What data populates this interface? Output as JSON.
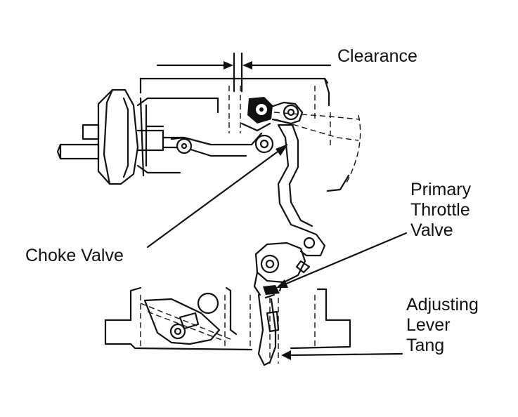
{
  "labels": {
    "clearance": "Clearance",
    "choke_valve": "Choke Valve",
    "primary_throttle_valve": [
      "Primary",
      "Throttle",
      "Valve"
    ],
    "adjusting_lever_tang": [
      "Adjusting",
      "Lever",
      "Tang"
    ]
  },
  "colors": {
    "ink": "#111111",
    "paper": "#ffffff"
  }
}
